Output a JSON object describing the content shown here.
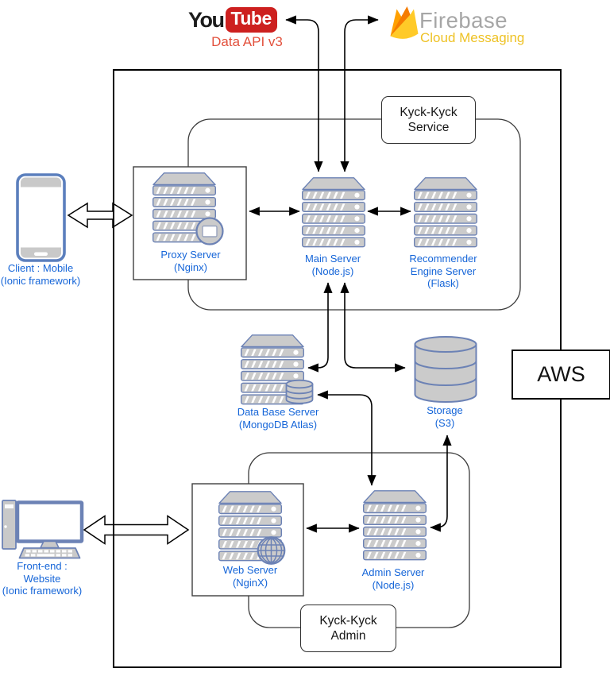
{
  "external": {
    "youtube": {
      "you": "You",
      "tube": "Tube",
      "subtitle": "Data API v3"
    },
    "firebase": {
      "name": "Firebase",
      "subtitle": "Cloud Messaging"
    }
  },
  "clients": {
    "mobile": {
      "line1": "Client : Mobile",
      "line2": "(Ionic framework)"
    },
    "website": {
      "line1": "Front-end : Website",
      "line2": "(Ionic framework)"
    }
  },
  "groups": {
    "aws": {
      "label": "AWS"
    },
    "service": {
      "line1": "Kyck-Kyck",
      "line2": "Service"
    },
    "admin": {
      "line1": "Kyck-Kyck",
      "line2": "Admin"
    }
  },
  "nodes": {
    "proxy": {
      "line1": "Proxy Server",
      "line2": "(Nginx)"
    },
    "main": {
      "line1": "Main Server",
      "line2": "(Node.js)"
    },
    "recommender": {
      "line1": "Recommender",
      "line2": "Engine Server",
      "line3": "(Flask)"
    },
    "database": {
      "line1": "Data Base Server",
      "line2": "(MongoDB Atlas)"
    },
    "storage": {
      "line1": "Storage",
      "line2": "(S3)"
    },
    "web": {
      "line1": "Web Server",
      "line2": "(NginX)"
    },
    "admin_server": {
      "line1": "Admin Server",
      "line2": "(Node.js)"
    }
  },
  "edges": [
    {
      "from": "Main Server",
      "to": "YouTube Data API v3",
      "type": "bidirectional"
    },
    {
      "from": "Main Server",
      "to": "Firebase Cloud Messaging",
      "type": "bidirectional"
    },
    {
      "from": "Client Mobile",
      "to": "Proxy Server",
      "type": "bidirectional"
    },
    {
      "from": "Proxy Server",
      "to": "Main Server",
      "type": "bidirectional"
    },
    {
      "from": "Main Server",
      "to": "Recommender Engine Server",
      "type": "bidirectional"
    },
    {
      "from": "Main Server",
      "to": "Data Base Server",
      "type": "bidirectional"
    },
    {
      "from": "Main Server",
      "to": "Storage",
      "type": "bidirectional"
    },
    {
      "from": "Admin Server",
      "to": "Data Base Server",
      "type": "bidirectional"
    },
    {
      "from": "Admin Server",
      "to": "Storage",
      "type": "bidirectional"
    },
    {
      "from": "Front-end Website",
      "to": "Web Server",
      "type": "bidirectional"
    },
    {
      "from": "Web Server",
      "to": "Admin Server",
      "type": "bidirectional"
    }
  ],
  "colors": {
    "node_label": "#1565d8",
    "server_fill": "#cbcbcb",
    "server_stroke": "#6c82b5",
    "client_stroke": "#5b7fbd",
    "youtube_red": "#cd201f",
    "youtube_subtitle": "#e2503c",
    "firebase_gray": "#a6a6a6",
    "firebase_yellow": "#eec226",
    "flame_amber": "#ffa000",
    "flame_orange": "#f57c00",
    "flame_yellow": "#ffca28",
    "line": "#000000"
  }
}
